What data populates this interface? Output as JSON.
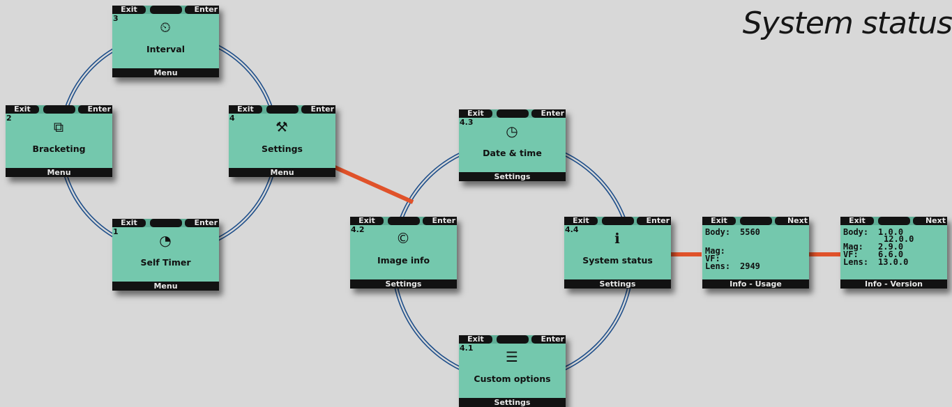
{
  "title": "System status",
  "colors": {
    "screen": "#74c8ad",
    "bar": "#121212",
    "link": "#e0522a",
    "ring": "#1f4f8a",
    "background": "#d8d8d8"
  },
  "screens": {
    "interval": {
      "number": "3",
      "icon": "interval-icon",
      "glyph": "⏲",
      "name": "Interval",
      "context": "Menu",
      "left": "Exit",
      "right": "Enter"
    },
    "bracketing": {
      "number": "2",
      "icon": "bracketing-icon",
      "glyph": "⧉",
      "name": "Bracketing",
      "context": "Menu",
      "left": "Exit",
      "right": "Enter"
    },
    "settings": {
      "number": "4",
      "icon": "settings-icon",
      "glyph": "⚒",
      "name": "Settings",
      "context": "Menu",
      "left": "Exit",
      "right": "Enter"
    },
    "selftimer": {
      "number": "1",
      "icon": "self-timer-icon",
      "glyph": "◔",
      "name": "Self Timer",
      "context": "Menu",
      "left": "Exit",
      "right": "Enter"
    },
    "datetime": {
      "number": "4.3",
      "icon": "date-time-icon",
      "glyph": "◷",
      "name": "Date & time",
      "context": "Settings",
      "left": "Exit",
      "right": "Enter"
    },
    "imageinfo": {
      "number": "4.2",
      "icon": "copyright-icon",
      "glyph": "©",
      "name": "Image info",
      "context": "Settings",
      "left": "Exit",
      "right": "Enter"
    },
    "sysstatus": {
      "number": "4.4",
      "icon": "info-icon",
      "glyph": "ℹ",
      "name": "System status",
      "context": "Settings",
      "left": "Exit",
      "right": "Enter"
    },
    "custom": {
      "number": "4.1",
      "icon": "custom-options-icon",
      "glyph": "☰",
      "name": "Custom options",
      "context": "Settings",
      "left": "Exit",
      "right": "Enter"
    }
  },
  "info_usage": {
    "left": "Exit",
    "right": "Next",
    "body_label": "Body:",
    "body_value": "5560",
    "mag_label": "Mag:",
    "vf_label": "VF:",
    "lens_label": "Lens:",
    "lens_value": "2949",
    "footer": "Info - Usage"
  },
  "info_version": {
    "left": "Exit",
    "right": "Next",
    "body_label": "Body:",
    "body_value_1": "1.0.0",
    "body_value_2": "12.0.0",
    "mag_label": "Mag:",
    "mag_value": "2.9.0",
    "vf_label": "VF:",
    "vf_value": "6.6.0",
    "lens_label": "Lens:",
    "lens_value": "13.0.0",
    "footer": "Info - Version"
  }
}
